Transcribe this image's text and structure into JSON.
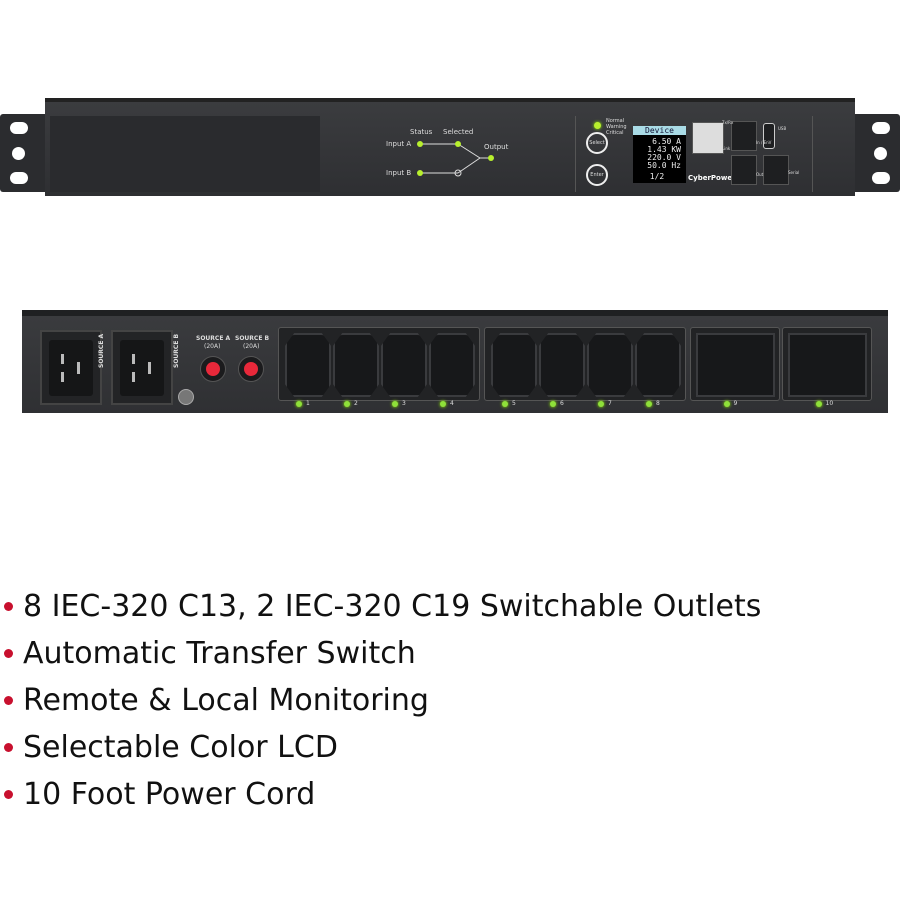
{
  "front_panel": {
    "status_label": "Status",
    "selected_label": "Selected",
    "input_a": "Input A",
    "input_b": "Input B",
    "output": "Output",
    "legend": [
      "Normal",
      "Warning",
      "Critical"
    ],
    "select_button": "Select",
    "enter_button": "Enter",
    "lcd": {
      "header": "Device",
      "lines": [
        "6.50 A",
        "1.43 KW",
        "220.0 V",
        "50.0 Hz"
      ],
      "page": "1/2"
    },
    "brand": "CyberPower",
    "port_labels": [
      "Tx/Rx",
      "Link",
      "In / EnV",
      "USB",
      "Out",
      "Serial"
    ]
  },
  "rear_panel": {
    "inlets": [
      "SOURCE A",
      "SOURCE B"
    ],
    "breakers": [
      {
        "label": "SOURCE A",
        "rating": "(20A)"
      },
      {
        "label": "SOURCE B",
        "rating": "(20A)"
      }
    ],
    "outlets": [
      {
        "num": "1",
        "type": "C13"
      },
      {
        "num": "2",
        "type": "C13"
      },
      {
        "num": "3",
        "type": "C13"
      },
      {
        "num": "4",
        "type": "C13"
      },
      {
        "num": "5",
        "type": "C13"
      },
      {
        "num": "6",
        "type": "C13"
      },
      {
        "num": "7",
        "type": "C13"
      },
      {
        "num": "8",
        "type": "C13"
      },
      {
        "num": "9",
        "type": "C19"
      },
      {
        "num": "10",
        "type": "C19"
      }
    ]
  },
  "features": [
    "8 IEC-320 C13, 2 IEC-320 C19 Switchable Outlets",
    "Automatic Transfer Switch",
    "Remote & Local Monitoring",
    "Selectable Color LCD",
    "10 Foot Power Cord"
  ],
  "colors": {
    "bullet": "#c8102e",
    "led": "#b8f02e",
    "breaker": "#e8283a",
    "lcd_header": "#a9dbe6"
  }
}
